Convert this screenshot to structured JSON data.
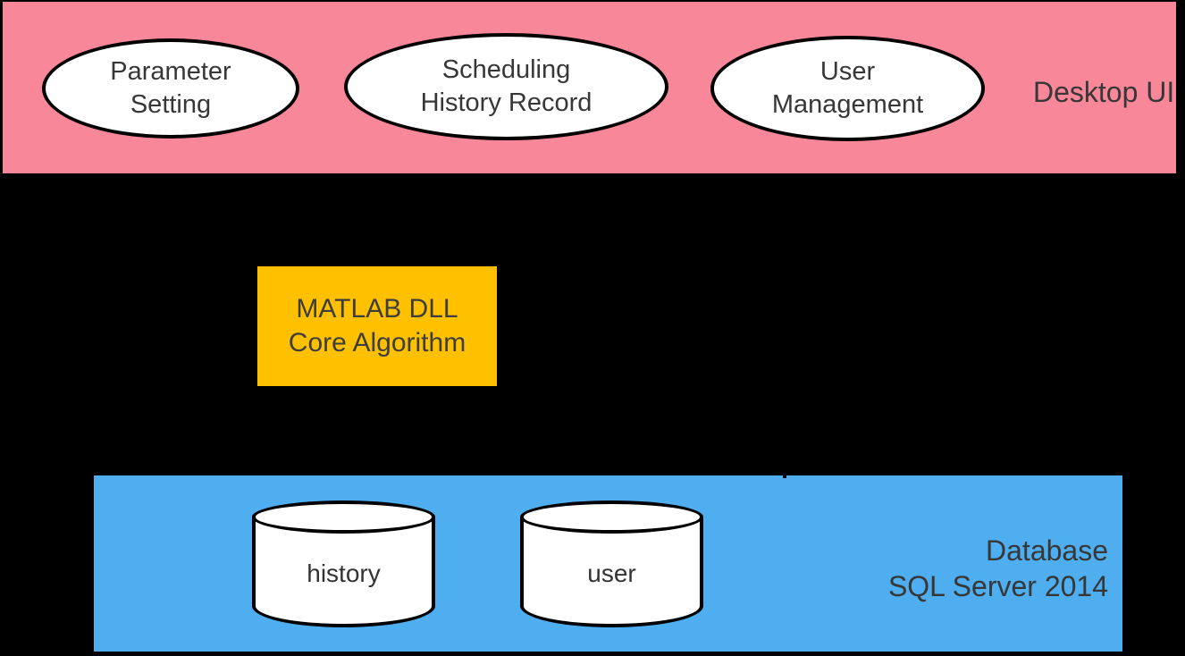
{
  "diagram": {
    "desktop_ui": {
      "title": "Desktop UI",
      "color": "#F9879A",
      "nodes": [
        {
          "id": "parameter-setting",
          "label": "Parameter\nSetting"
        },
        {
          "id": "scheduling-history-record",
          "label": "Scheduling\nHistory Record"
        },
        {
          "id": "user-management",
          "label": "User\nManagement"
        }
      ]
    },
    "core": {
      "label": "MATLAB DLL\nCore Algorithm",
      "color": "#FFC000"
    },
    "database": {
      "title": "Database\nSQL Server 2014",
      "color": "#4FAEEF",
      "tables": [
        {
          "id": "history",
          "label": "history"
        },
        {
          "id": "user",
          "label": "user"
        }
      ]
    }
  }
}
